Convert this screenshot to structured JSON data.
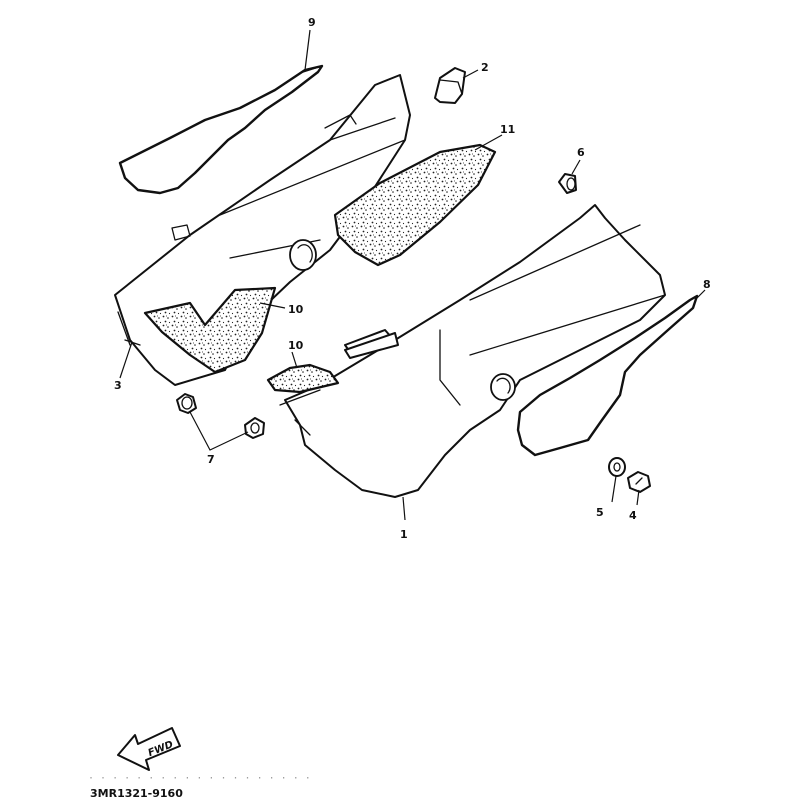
{
  "diagram": {
    "callouts": {
      "p1": "1",
      "p2": "2",
      "p3": "3",
      "p4": "4",
      "p5": "5",
      "p6": "6",
      "p7": "7",
      "p8": "8",
      "p9": "9",
      "p10a": "10",
      "p10b": "10",
      "p11": "11"
    },
    "fwd_arrow_label": "FWD",
    "drawing_code": "3MR1321-9160",
    "faint_footer_text": "(faint illegible text)"
  },
  "colors": {
    "ink": "#111111",
    "paper": "#ffffff"
  }
}
